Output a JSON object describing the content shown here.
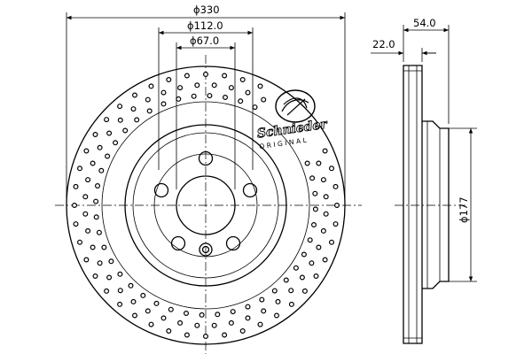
{
  "dimensions": {
    "outer_diameter": "ϕ330",
    "hub_diameter": "ϕ112.0",
    "bore_diameter": "ϕ67.0",
    "total_thickness": "54.0",
    "disc_thickness": "22.0",
    "hat_diameter": "ϕ177"
  },
  "logo": {
    "brand": "Schnieder",
    "sub": "ORIGINAL"
  }
}
